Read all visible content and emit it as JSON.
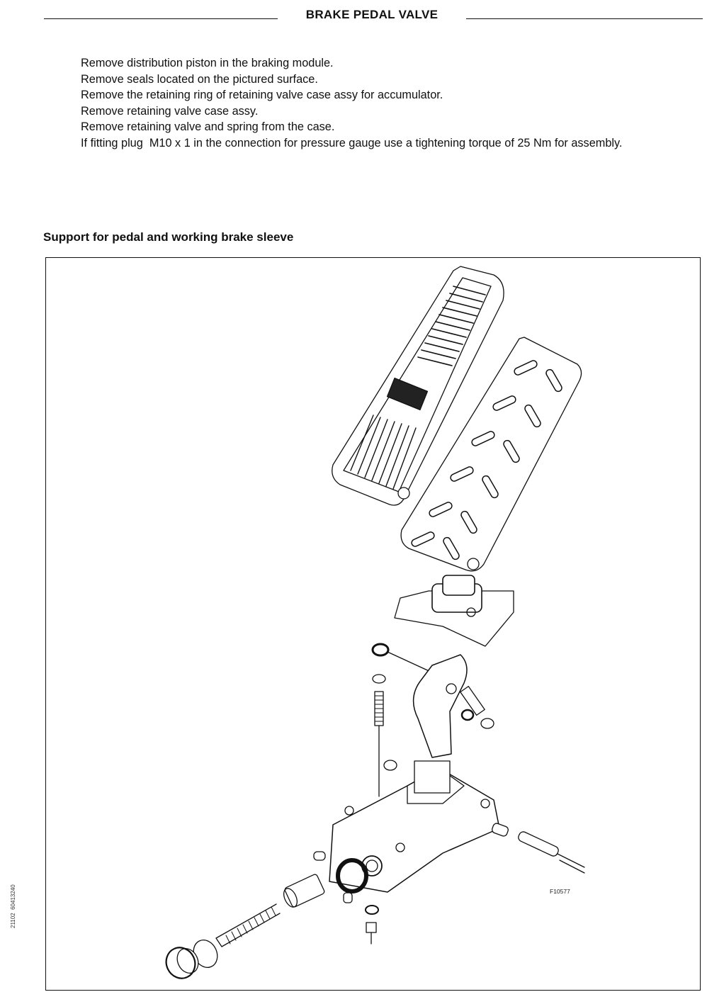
{
  "header": {
    "title": "BRAKE PEDAL VALVE"
  },
  "steps": [
    "Remove distribution piston in the braking module.",
    "Remove seals located on the pictured surface.",
    "Remove the retaining ring of retaining valve case assy for accumulator.",
    "Remove retaining valve case assy.",
    "Remove retaining valve and spring from the case.",
    "If fitting plug  M10 x 1 in the connection for pressure gauge use a tightening torque of 25 Nm for assembly."
  ],
  "section": {
    "heading": "Support for pedal and working brake sleeve"
  },
  "figure": {
    "code": "F10577"
  },
  "side_code": "21102  60413240"
}
